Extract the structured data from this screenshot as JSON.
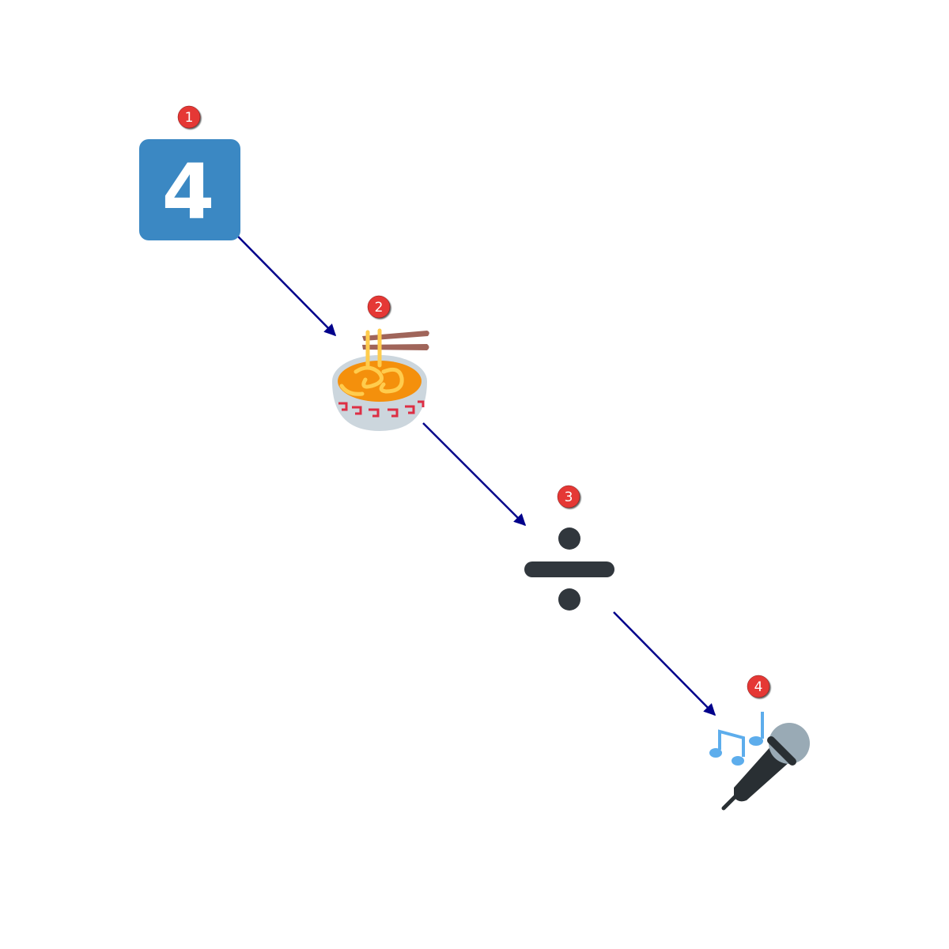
{
  "diagram": {
    "nodes": [
      {
        "step": "1",
        "icon": "keycap-digit-four-icon",
        "keycap_digit": "4"
      },
      {
        "step": "2",
        "icon": "steaming-bowl-noodles-icon"
      },
      {
        "step": "3",
        "icon": "division-sign-icon"
      },
      {
        "step": "4",
        "icon": "microphone-music-notes-icon"
      }
    ],
    "edges": [
      {
        "from": "1",
        "to": "2"
      },
      {
        "from": "2",
        "to": "3"
      },
      {
        "from": "3",
        "to": "4"
      }
    ],
    "colors": {
      "arrow": "#00008b",
      "badge_fill": "#e53935",
      "badge_text": "#ffffff",
      "keycap_bg": "#3b88c3",
      "division_sign": "#31373d",
      "music_notes": "#5dadec",
      "microphone_head": "#99aab5",
      "microphone_body": "#292f33",
      "noodles": "#ffcc4d",
      "broth": "#f4900c",
      "chopsticks": "#a0655a",
      "bowl": "#ccd6dd",
      "bowl_pattern": "#dd2e44"
    }
  }
}
